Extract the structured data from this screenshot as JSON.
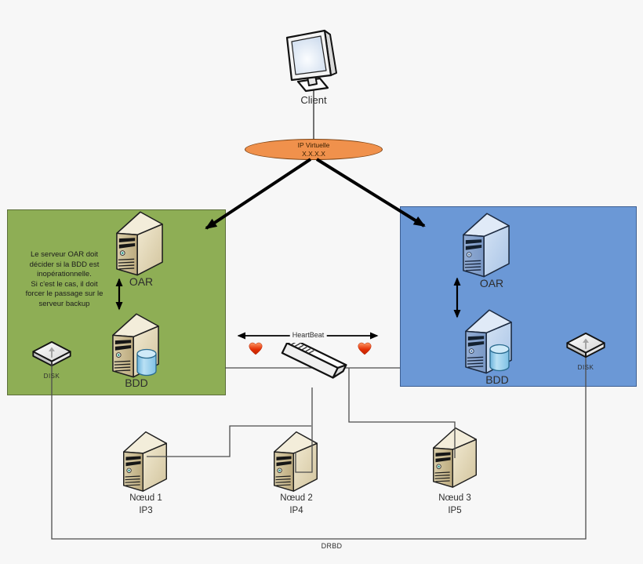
{
  "client": {
    "label": "Client"
  },
  "virtual_ip": {
    "title": "IP Virtuelle",
    "address": "X.X.X.X"
  },
  "primary": {
    "note": "Le serveur OAR doit\ndécider si la BDD est\ninopérationnelle.\nSi c'est le cas, il doit\nforcer le passage sur le\nserveur backup",
    "oar_label": "OAR",
    "bdd_label": "BDD",
    "disk_label": "DISK"
  },
  "backup": {
    "oar_label": "OAR",
    "bdd_label": "BDD",
    "disk_label": "DISK"
  },
  "heartbeat": {
    "label": "HeartBeat"
  },
  "drbd": {
    "label": "DRBD"
  },
  "nodes": [
    {
      "name": "Nœud 1",
      "ip": "IP3"
    },
    {
      "name": "Nœud 2",
      "ip": "IP4"
    },
    {
      "name": "Nœud 3",
      "ip": "IP5"
    }
  ],
  "colors": {
    "background": "#f7f7f7",
    "primary_box": "#8eae55",
    "backup_box": "#6b98d6",
    "virtual_ip": "#f0914c",
    "heart": "#e33005",
    "connector": "#4d4d4d"
  }
}
